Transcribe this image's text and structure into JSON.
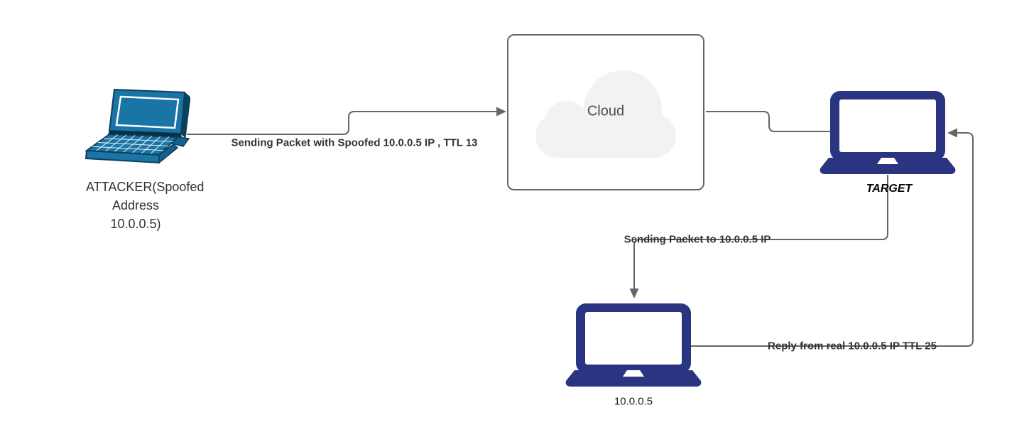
{
  "colors": {
    "connector": "#666666",
    "navy_laptop": "#2b3480",
    "teal_laptop": "#1a74a6",
    "teal_laptop_dark": "#0c3f5c",
    "cloud_fill": "#f2f2f2",
    "cloud_border": "#666666",
    "label_dark": "#333333"
  },
  "nodes": {
    "attacker": {
      "label": "ATTACKER(Spoofed Address 10.0.0.5)",
      "icon": "laptop-perspective-icon"
    },
    "cloud": {
      "label": "Cloud",
      "icon": "cloud-icon"
    },
    "target": {
      "label": "TARGET",
      "icon": "laptop-icon"
    },
    "real_host": {
      "label": "10.0.0.5",
      "icon": "laptop-icon"
    }
  },
  "edges": [
    {
      "id": "attacker-to-cloud",
      "from": "attacker",
      "to": "cloud",
      "arrow": true,
      "label": "Sending Packet with Spoofed 10.0.0.5 IP , TTL 13"
    },
    {
      "id": "cloud-to-target",
      "from": "cloud",
      "to": "target",
      "arrow": false,
      "label": ""
    },
    {
      "id": "target-to-real-host",
      "from": "target",
      "to": "real_host",
      "arrow": true,
      "label": "Sending Packet to 10.0.0.5 IP"
    },
    {
      "id": "real-host-to-target",
      "from": "real_host",
      "to": "target",
      "arrow": true,
      "label": "Reply from real 10.0.0.5 IP TTL 25"
    }
  ]
}
